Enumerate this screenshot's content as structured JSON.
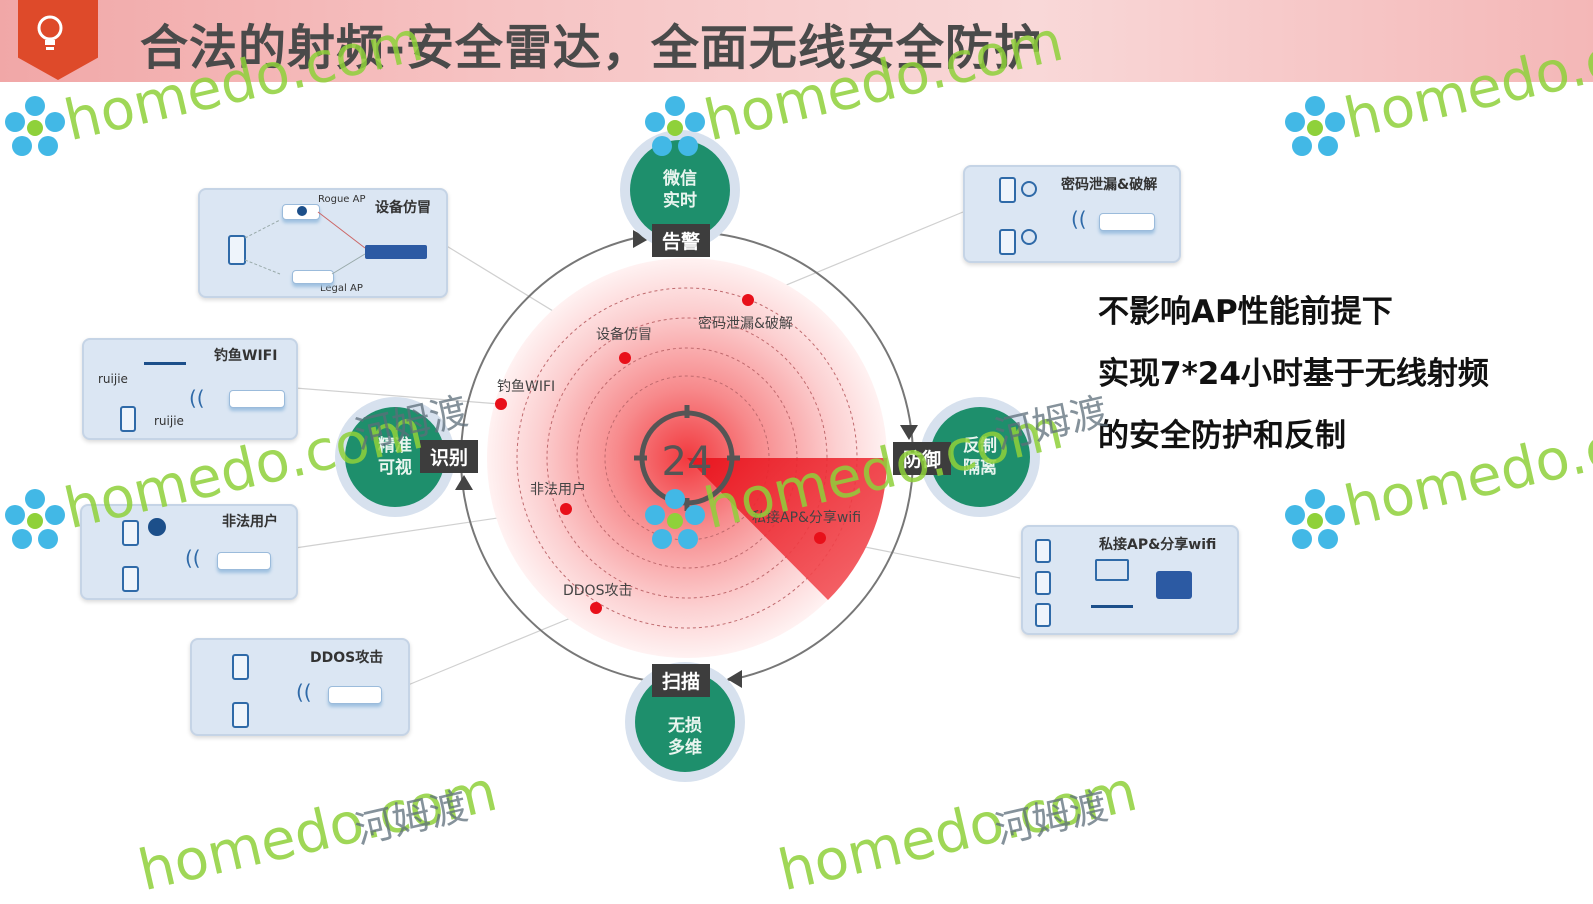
{
  "title": "合法的射频-安全雷达，全面无线安全防护",
  "radar": {
    "center_number": "24",
    "points": [
      {
        "label": "设备仿冒"
      },
      {
        "label": "密码泄漏&破解"
      },
      {
        "label": "钓鱼WIFI"
      },
      {
        "label": "非法用户"
      },
      {
        "label": "私接AP&分享wifi"
      },
      {
        "label": "DDOS攻击"
      }
    ]
  },
  "stages": {
    "top": {
      "circle_line1": "微信",
      "circle_line2": "实时",
      "tag": "告警"
    },
    "left": {
      "circle_line1": "精准",
      "circle_line2": "可视",
      "tag": "识别"
    },
    "right": {
      "circle_line1": "反制",
      "circle_line2": "隔离",
      "tag": "防御"
    },
    "bottom": {
      "circle_line1": "无损",
      "circle_line2": "多维",
      "tag": "扫描"
    }
  },
  "cards": {
    "spoof": {
      "title": "设备仿冒",
      "rogue_label": "Rogue AP",
      "legal_label": "Legal AP"
    },
    "phish": {
      "title": "钓鱼WIFI",
      "ssid1": "ruijie",
      "ssid2": "ruijie"
    },
    "illegal": {
      "title": "非法用户"
    },
    "ddos": {
      "title": "DDOS攻击"
    },
    "password": {
      "title": "密码泄漏&破解"
    },
    "private": {
      "title": "私接AP&分享wifi"
    }
  },
  "side_text": {
    "line1": "不影响AP性能前提下",
    "line2": "实现7*24小时基于无线射频",
    "line3": "的安全防护和反制"
  },
  "watermark": {
    "site": "homedo.com",
    "cn": "河姆渡"
  },
  "colors": {
    "accent_red": "#e8101a",
    "green": "#1e8f6c",
    "card_bg": "#dbe6f3",
    "tag_dark": "#3d3d3d"
  }
}
